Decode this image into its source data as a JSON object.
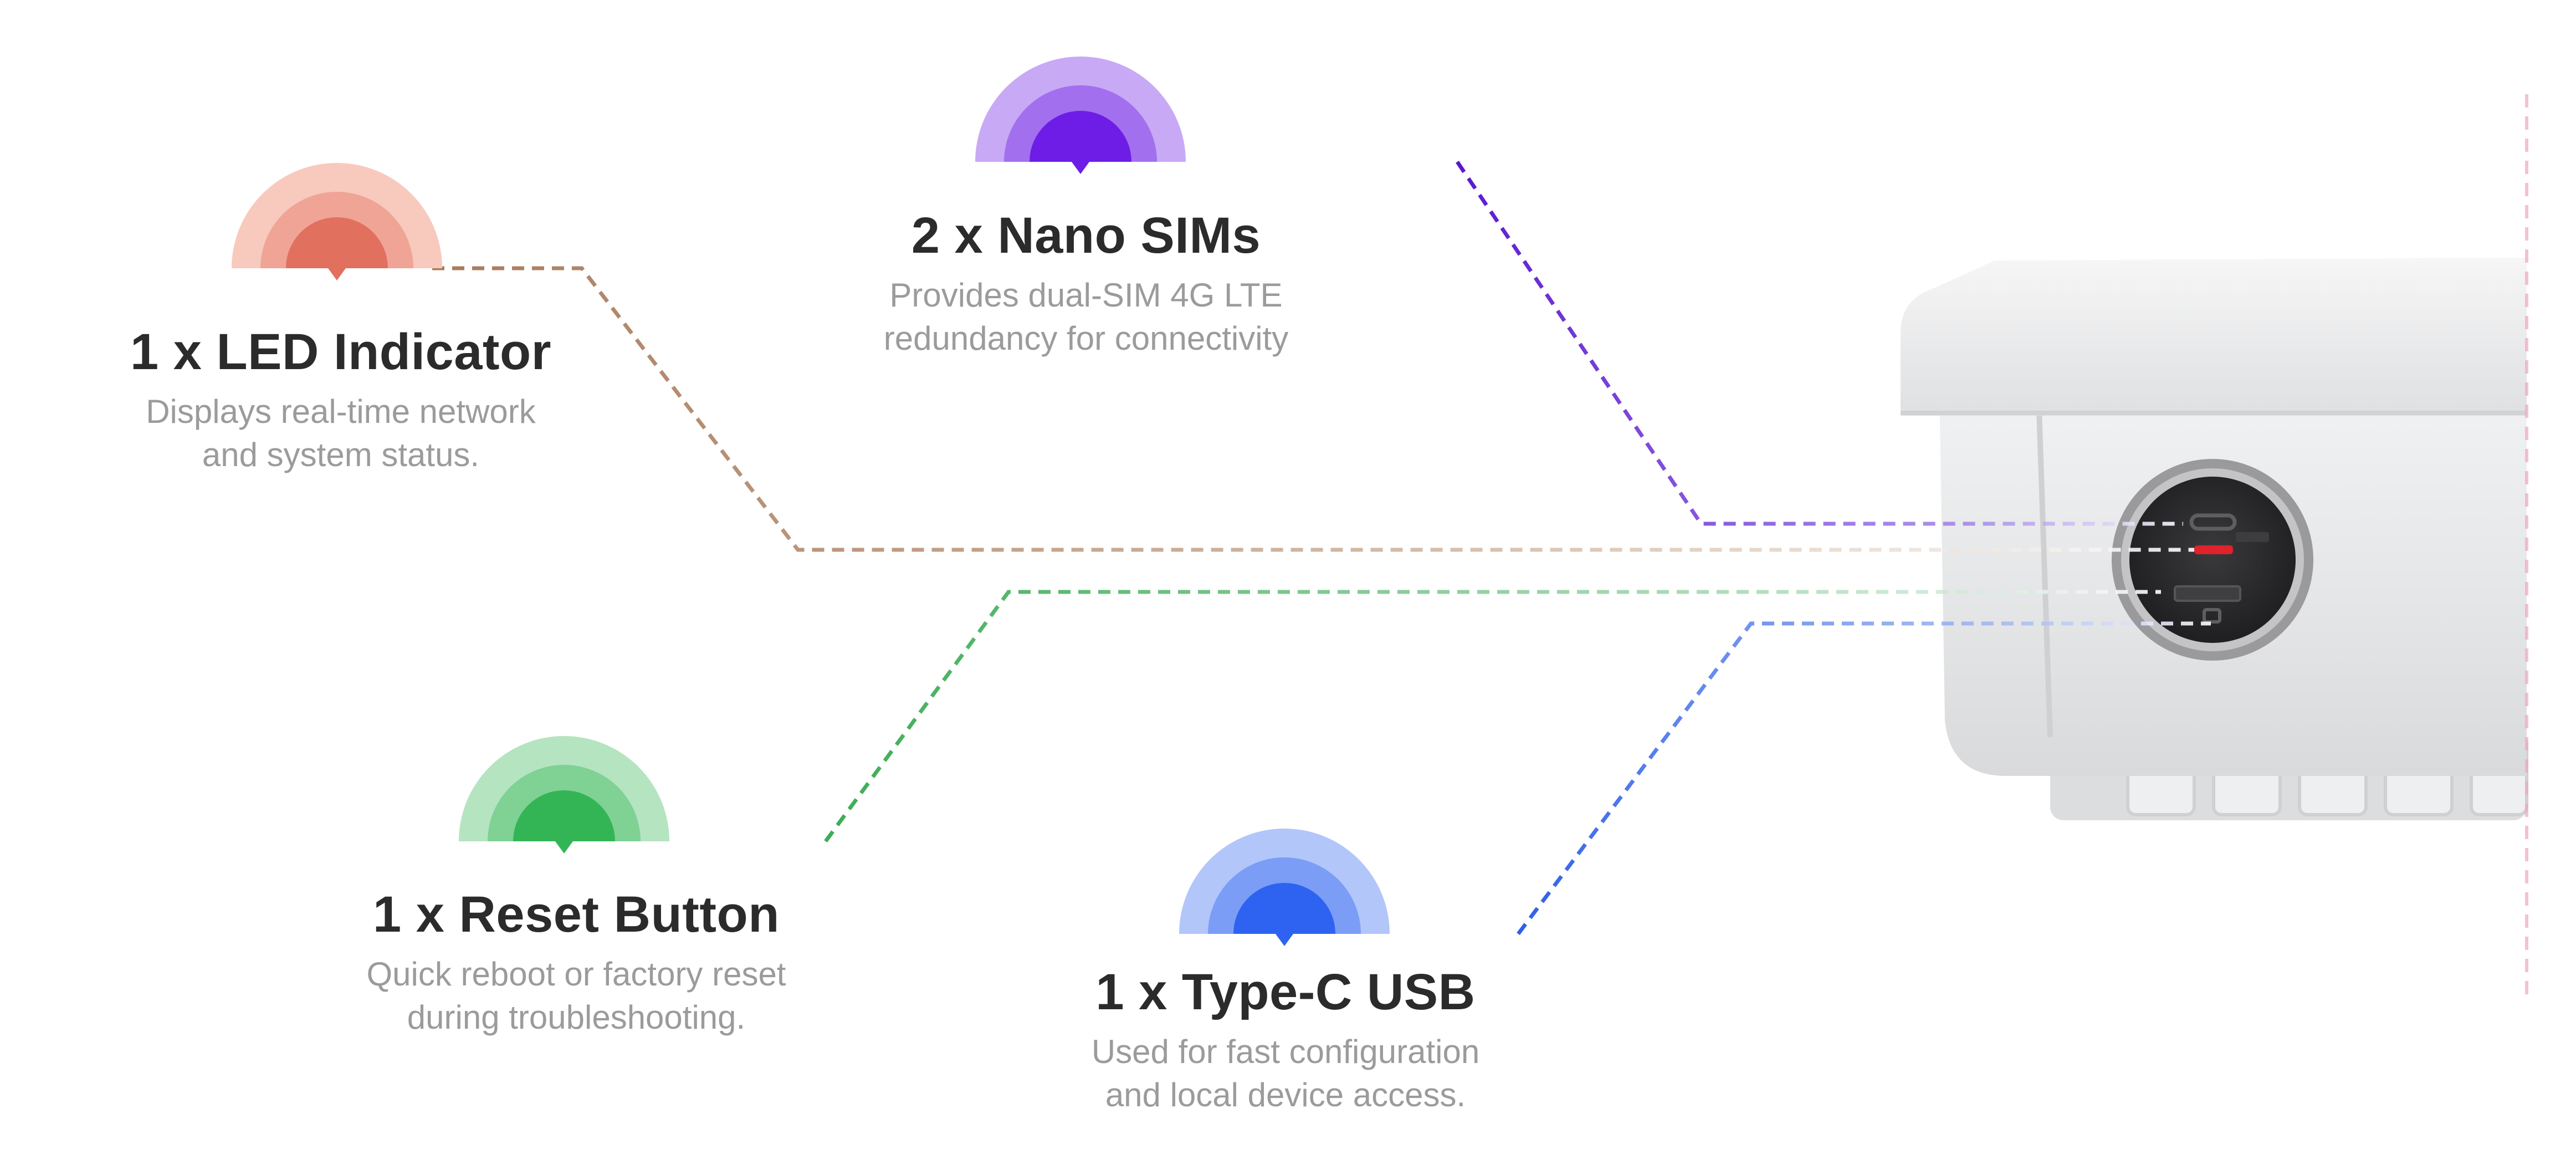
{
  "features": [
    {
      "id": "led",
      "title": "1 x LED Indicator",
      "desc": [
        "Displays real-time network",
        "and system status."
      ],
      "icon": "led-indicator-icon",
      "color": "#e2705f",
      "color_light": "#f8c9bd"
    },
    {
      "id": "sim",
      "title": "2 x Nano SIMs",
      "desc": [
        "Provides dual-SIM 4G LTE",
        "redundancy for connectivity"
      ],
      "icon": "sim-card-icon",
      "color": "#6d1de6",
      "color_light": "#c8a9f5"
    },
    {
      "id": "reset",
      "title": "1 x Reset Button",
      "desc": [
        "Quick reboot or factory reset",
        "during troubleshooting."
      ],
      "icon": "reset-button-icon",
      "color": "#33b556",
      "color_light": "#b5e4c1"
    },
    {
      "id": "usb",
      "title": "1 x Type-C USB",
      "desc": [
        "Used for fast configuration",
        "and local device access."
      ],
      "icon": "usb-c-icon",
      "color": "#2d63f0",
      "color_light": "#b2c6fa"
    }
  ],
  "line_colors": {
    "led": "#a87a5c",
    "sim": "#5b16d0",
    "reset": "#3cac56",
    "usb": "#2e5fe8"
  },
  "device": {
    "name": "outdoor-router-enclosure",
    "body_color": "#e8e9ea",
    "port_panel_color": "#2d2d2f",
    "port_ring_color": "#8a8a8c",
    "led_color": "#e0222a"
  }
}
